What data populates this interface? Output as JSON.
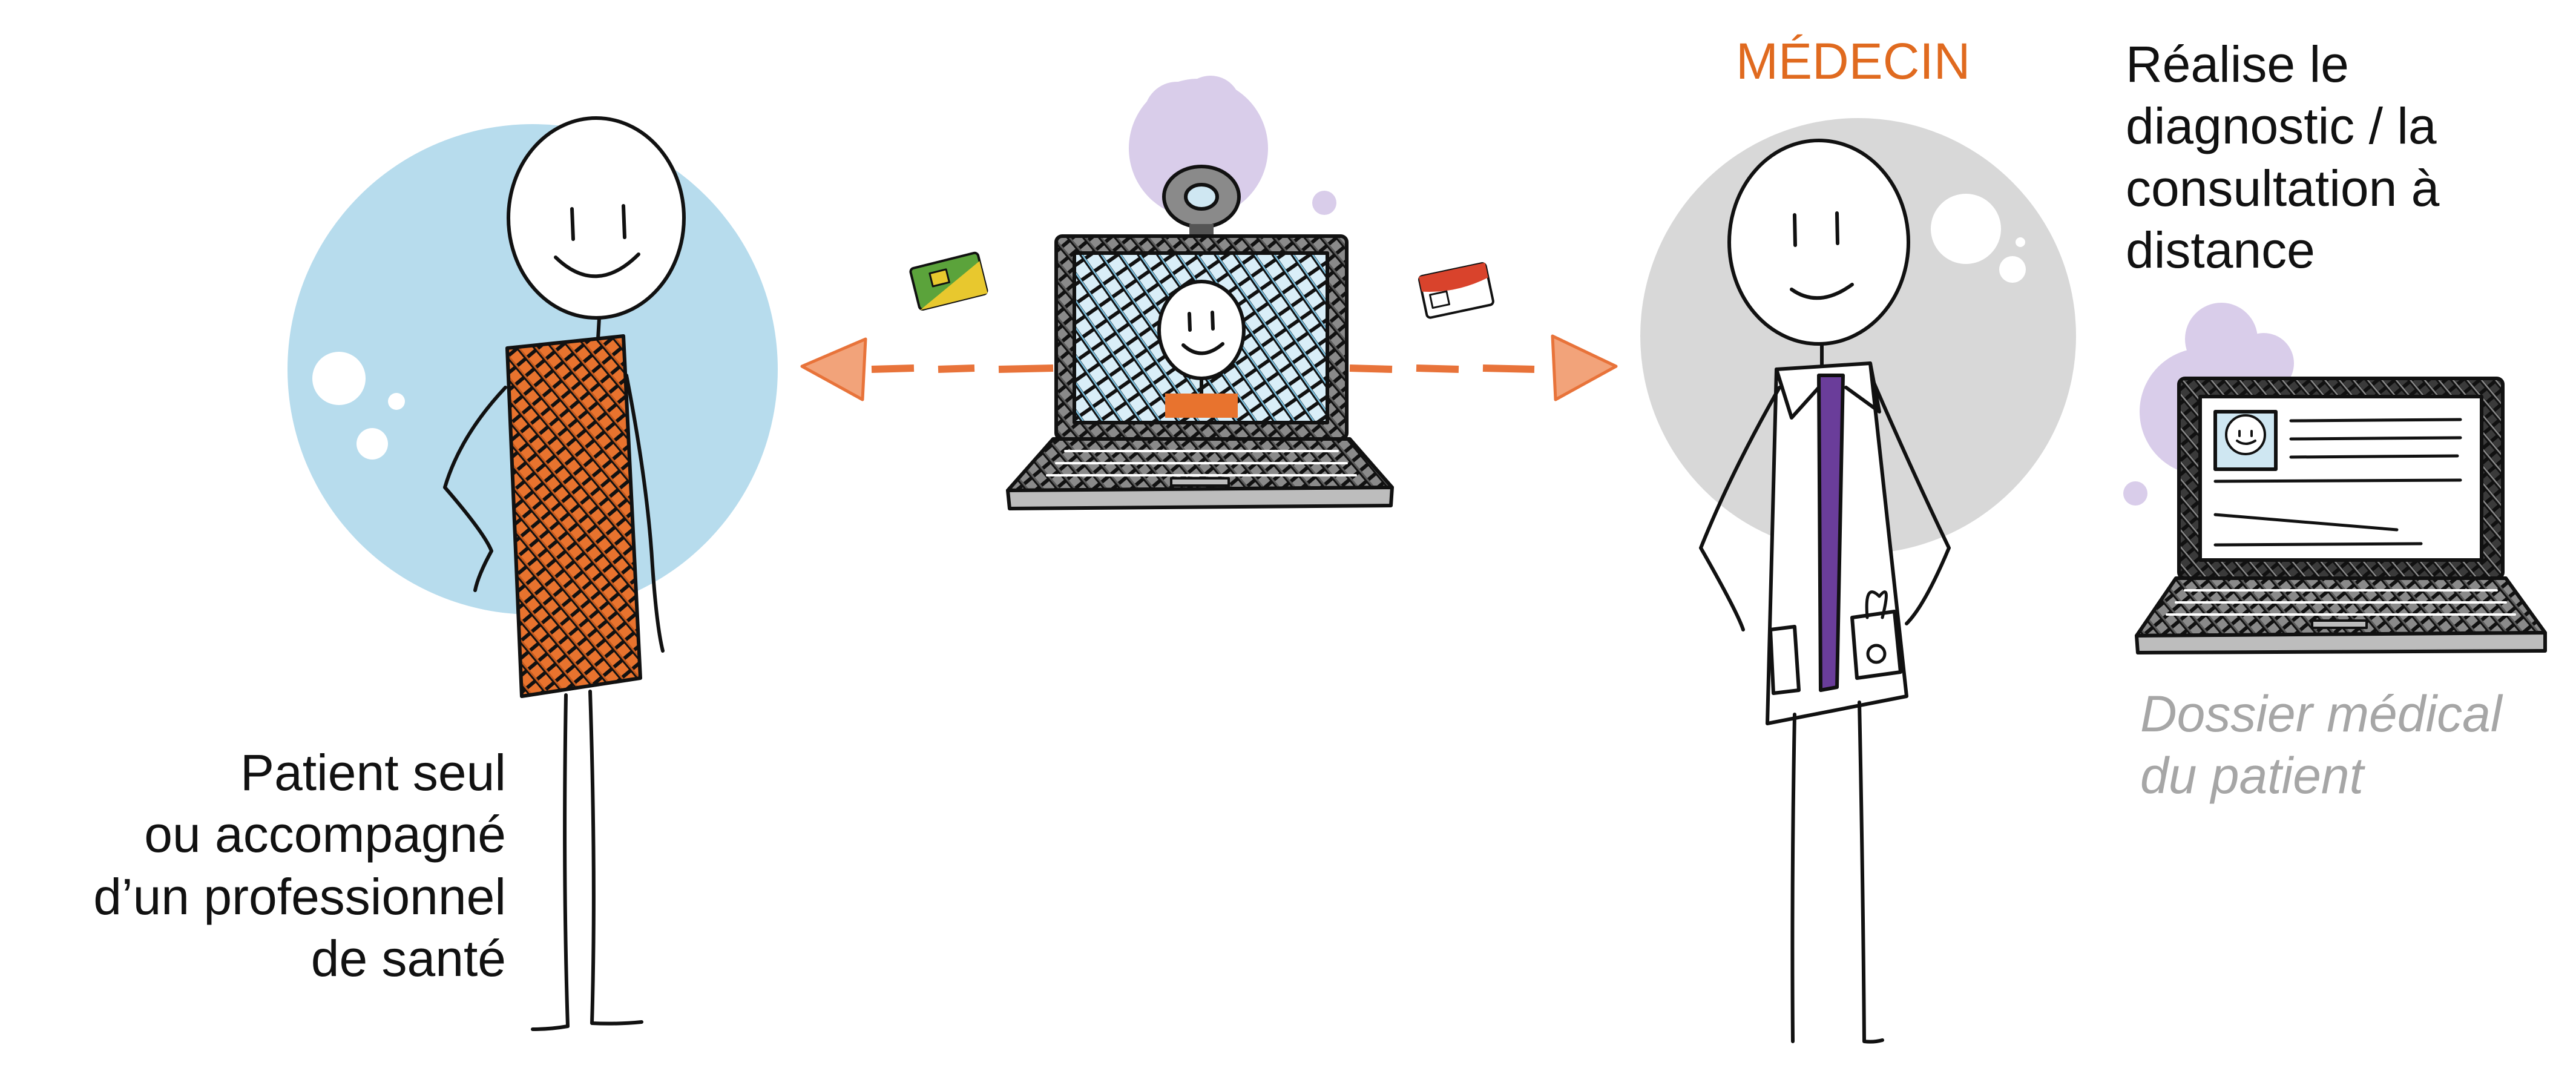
{
  "patient": {
    "lines": [
      "Patient seul",
      "ou accompagné",
      "d’un professionnel",
      "de santé"
    ]
  },
  "doctor": {
    "title": "MÉDECIN",
    "lines": [
      "Réalise le",
      "diagnostic / la",
      "consultation à",
      "distance"
    ]
  },
  "record": {
    "lines": [
      "Dossier médical",
      "du patient"
    ]
  },
  "colors": {
    "patient_circle": "#b7dced",
    "patient_shirt": "#e8732e",
    "doctor_circle": "#d8d8d8",
    "doctor_title": "#e06a1f",
    "accent_purple": "#d9cdea",
    "tie_purple": "#6a3d9a",
    "record_text": "#a6a6a6",
    "arrow": "#e8733a"
  },
  "icons": {
    "webcam": "webcam-icon",
    "health_card_green": "vitale-card-icon",
    "health_card_red": "id-card-icon",
    "laptop": "laptop-icon"
  }
}
